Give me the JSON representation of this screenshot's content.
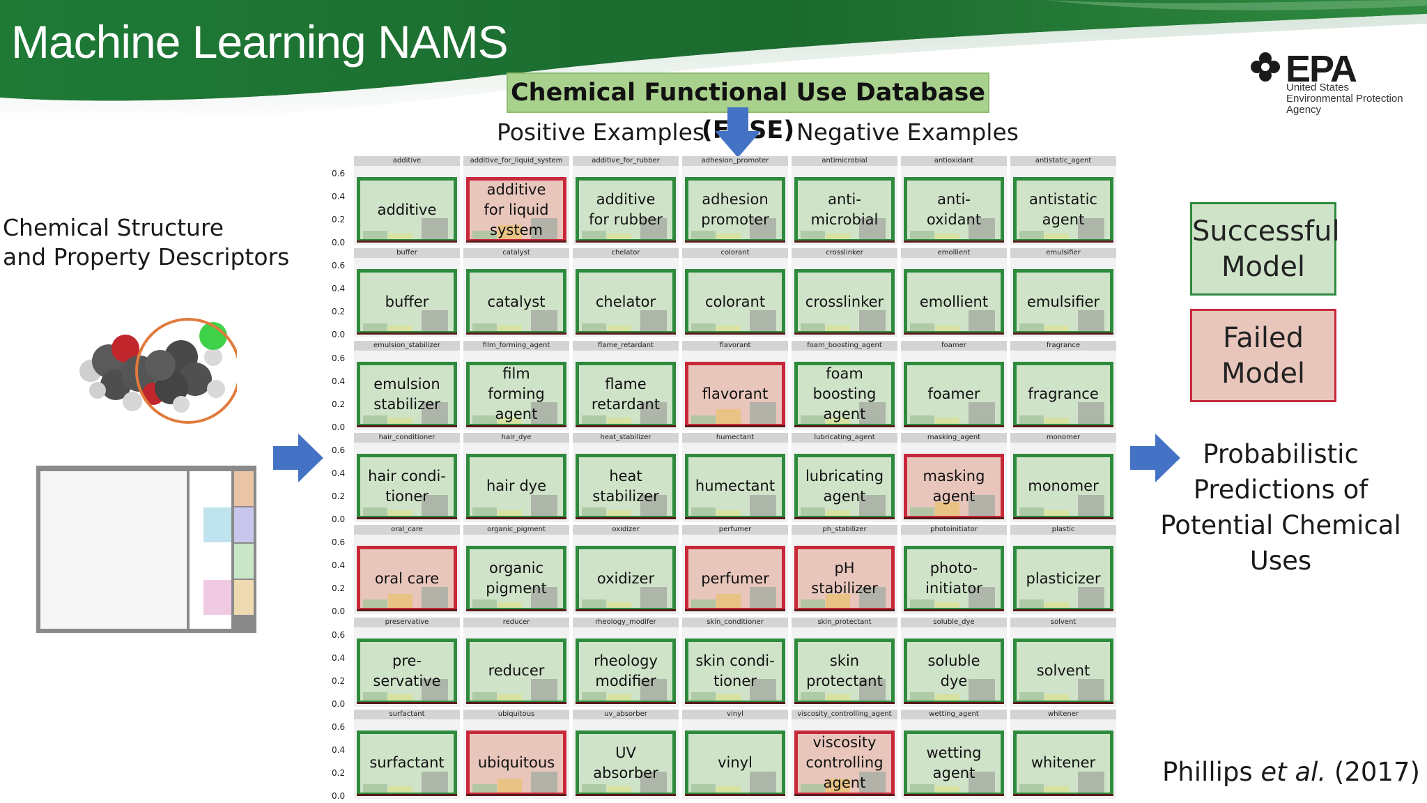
{
  "slide": {
    "title": "Machine Learning NAMS",
    "agency_logo": {
      "word": "EPA",
      "line1": "United States",
      "line2": "Environmental Protection",
      "line3": "Agency"
    },
    "fuse_label": "Chemical Functional Use Database (FUSE)",
    "positive_label": "Positive Examples",
    "negative_label": "Negative Examples",
    "left_text_line1": "Chemical Structure",
    "left_text_line2": "and Property Descriptors",
    "legend": {
      "success_line1": "Successful",
      "success_line2": "Model",
      "fail_line1": "Failed",
      "fail_line2": "Model"
    },
    "output_text": [
      "Probabilistic",
      "Predictions of",
      "Potential Chemical",
      "Uses"
    ],
    "citation_before": "Phillips ",
    "citation_italic": "et al.",
    "citation_after": " (2017)"
  },
  "colors": {
    "success_border": "#2e8b3e",
    "success_fill": "#cfe3c9",
    "fail_border": "#c8283a",
    "fail_fill": "#e8c6bb",
    "fuse_fill": "#a9d18e",
    "arrow_blue": "#4472c4",
    "banner_green": "#1e6b2e"
  },
  "grid": {
    "y_ticks": [
      "0.6",
      "0.4",
      "0.2",
      "0.0"
    ],
    "cells": [
      {
        "key": "additive",
        "label": "additive",
        "status": "success"
      },
      {
        "key": "additive_for_liquid_system",
        "label": "additive\nfor liquid\nsystem",
        "status": "failed"
      },
      {
        "key": "additive_for_rubber",
        "label": "additive\nfor rubber",
        "status": "success"
      },
      {
        "key": "adhesion_promoter",
        "label": "adhesion\npromoter",
        "status": "success"
      },
      {
        "key": "antimicrobial",
        "label": "anti-\nmicrobial",
        "status": "success"
      },
      {
        "key": "antioxidant",
        "label": "anti-\noxidant",
        "status": "success"
      },
      {
        "key": "antistatic_agent",
        "label": "antistatic\nagent",
        "status": "success"
      },
      {
        "key": "buffer",
        "label": "buffer",
        "status": "success"
      },
      {
        "key": "catalyst",
        "label": "catalyst",
        "status": "success"
      },
      {
        "key": "chelator",
        "label": "chelator",
        "status": "success"
      },
      {
        "key": "colorant",
        "label": "colorant",
        "status": "success"
      },
      {
        "key": "crosslinker",
        "label": "crosslinker",
        "status": "success"
      },
      {
        "key": "emollient",
        "label": "emollient",
        "status": "success"
      },
      {
        "key": "emulsifier",
        "label": "emulsifier",
        "status": "success"
      },
      {
        "key": "emulsion_stabilizer",
        "label": "emulsion\nstabilizer",
        "status": "success"
      },
      {
        "key": "film_forming_agent",
        "label": "film\nforming\nagent",
        "status": "success"
      },
      {
        "key": "flame_retardant",
        "label": "flame\nretardant",
        "status": "success"
      },
      {
        "key": "flavorant",
        "label": "flavorant",
        "status": "failed"
      },
      {
        "key": "foam_boosting_agent",
        "label": "foam\nboosting\nagent",
        "status": "success"
      },
      {
        "key": "foamer",
        "label": "foamer",
        "status": "success"
      },
      {
        "key": "fragrance",
        "label": "fragrance",
        "status": "success"
      },
      {
        "key": "hair_conditioner",
        "label": "hair condi-\ntioner",
        "status": "success"
      },
      {
        "key": "hair_dye",
        "label": "hair dye",
        "status": "success"
      },
      {
        "key": "heat_stabilizer",
        "label": "heat\nstabilizer",
        "status": "success"
      },
      {
        "key": "humectant",
        "label": "humectant",
        "status": "success"
      },
      {
        "key": "lubricating_agent",
        "label": "lubricating\nagent",
        "status": "success"
      },
      {
        "key": "masking_agent",
        "label": "masking\nagent",
        "status": "failed"
      },
      {
        "key": "monomer",
        "label": "monomer",
        "status": "success"
      },
      {
        "key": "oral_care",
        "label": "oral care",
        "status": "failed"
      },
      {
        "key": "organic_pigment",
        "label": "organic\npigment",
        "status": "success"
      },
      {
        "key": "oxidizer",
        "label": "oxidizer",
        "status": "success"
      },
      {
        "key": "perfumer",
        "label": "perfumer",
        "status": "failed"
      },
      {
        "key": "ph_stabilizer",
        "label": "pH\nstabilizer",
        "status": "failed"
      },
      {
        "key": "photoinitiator",
        "label": "photo-\ninitiator",
        "status": "success"
      },
      {
        "key": "plastic",
        "label": "plasticizer",
        "status": "success"
      },
      {
        "key": "preservative",
        "label": "pre-\nservative",
        "status": "success"
      },
      {
        "key": "reducer",
        "label": "reducer",
        "status": "success"
      },
      {
        "key": "rheology_modifer",
        "label": "rheology\nmodifier",
        "status": "success"
      },
      {
        "key": "skin_conditioner",
        "label": "skin condi-\ntioner",
        "status": "success"
      },
      {
        "key": "skin_protectant",
        "label": "skin\nprotectant",
        "status": "success"
      },
      {
        "key": "soluble_dye",
        "label": "soluble\ndye",
        "status": "success"
      },
      {
        "key": "solvent",
        "label": "solvent",
        "status": "success"
      },
      {
        "key": "surfactant",
        "label": "surfactant",
        "status": "success"
      },
      {
        "key": "ubiquitous",
        "label": "ubiquitous",
        "status": "failed"
      },
      {
        "key": "uv_absorber",
        "label": "UV\nabsorber",
        "status": "success"
      },
      {
        "key": "vinyl",
        "label": "vinyl",
        "status": "success"
      },
      {
        "key": "viscosity_controlling_agent",
        "label": "viscosity\ncontrolling\nagent",
        "status": "failed"
      },
      {
        "key": "wetting_agent",
        "label": "wetting\nagent",
        "status": "success"
      },
      {
        "key": "whitener",
        "label": "whitener",
        "status": "success"
      }
    ]
  }
}
